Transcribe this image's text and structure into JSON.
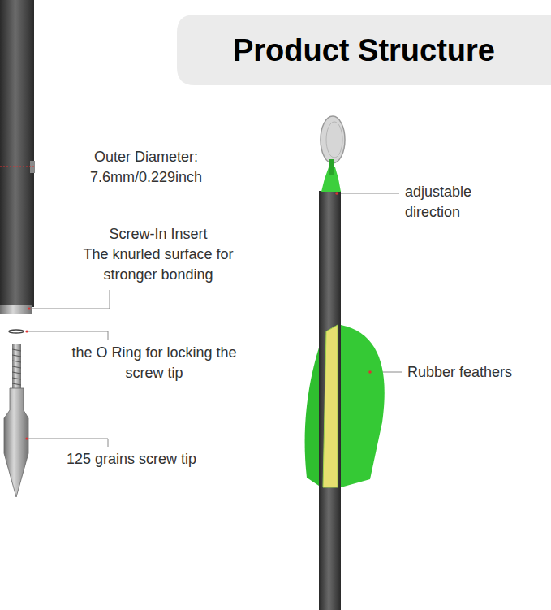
{
  "diagram": {
    "title": "Product Structure",
    "labels": [
      "Outer Diameter: 7.6mm/0.229inch",
      "Screw-In Insert",
      "The knurled surface for stronger bonding",
      "the O Ring for locking the screw tip",
      "125 grains screw tip",
      "adjustable direction",
      "Rubber feathers"
    ]
  }
}
